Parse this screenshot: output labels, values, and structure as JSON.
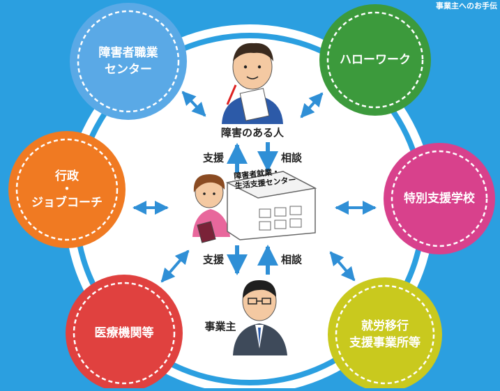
{
  "corner_caption": "事業主へのお手伝",
  "nodes": {
    "shokugyo_center": [
      "障害者職業",
      "センター"
    ],
    "hellowork": [
      "ハローワーク"
    ],
    "gyosei": [
      "行政",
      "・",
      "ジョブコーチ"
    ],
    "tokubetsu": [
      "特別支援学校"
    ],
    "iryo": [
      "医療機関等"
    ],
    "shuro": [
      "就労移行",
      "支援事業所等"
    ]
  },
  "center": {
    "top_person": "障害のある人",
    "employer": "事業主",
    "support_top": "支援",
    "consult_top": "相談",
    "support_bottom": "支援",
    "consult_bottom": "相談",
    "sign_line1": "障害者就業・",
    "sign_line2": "生活支援センター"
  },
  "colors": {
    "background": "#2b9fe0",
    "inner_white": "#ffffff",
    "shokugyo_center": "#5aa9e6",
    "hellowork": "#3c9a3c",
    "gyosei": "#f07a22",
    "tokubetsu": "#d8418c",
    "iryo": "#e0413f",
    "shuro": "#c9c91e",
    "arrow": "#2f8fd6"
  },
  "icons": [
    "person-with-clipboard",
    "woman-with-book",
    "building",
    "businessman"
  ]
}
